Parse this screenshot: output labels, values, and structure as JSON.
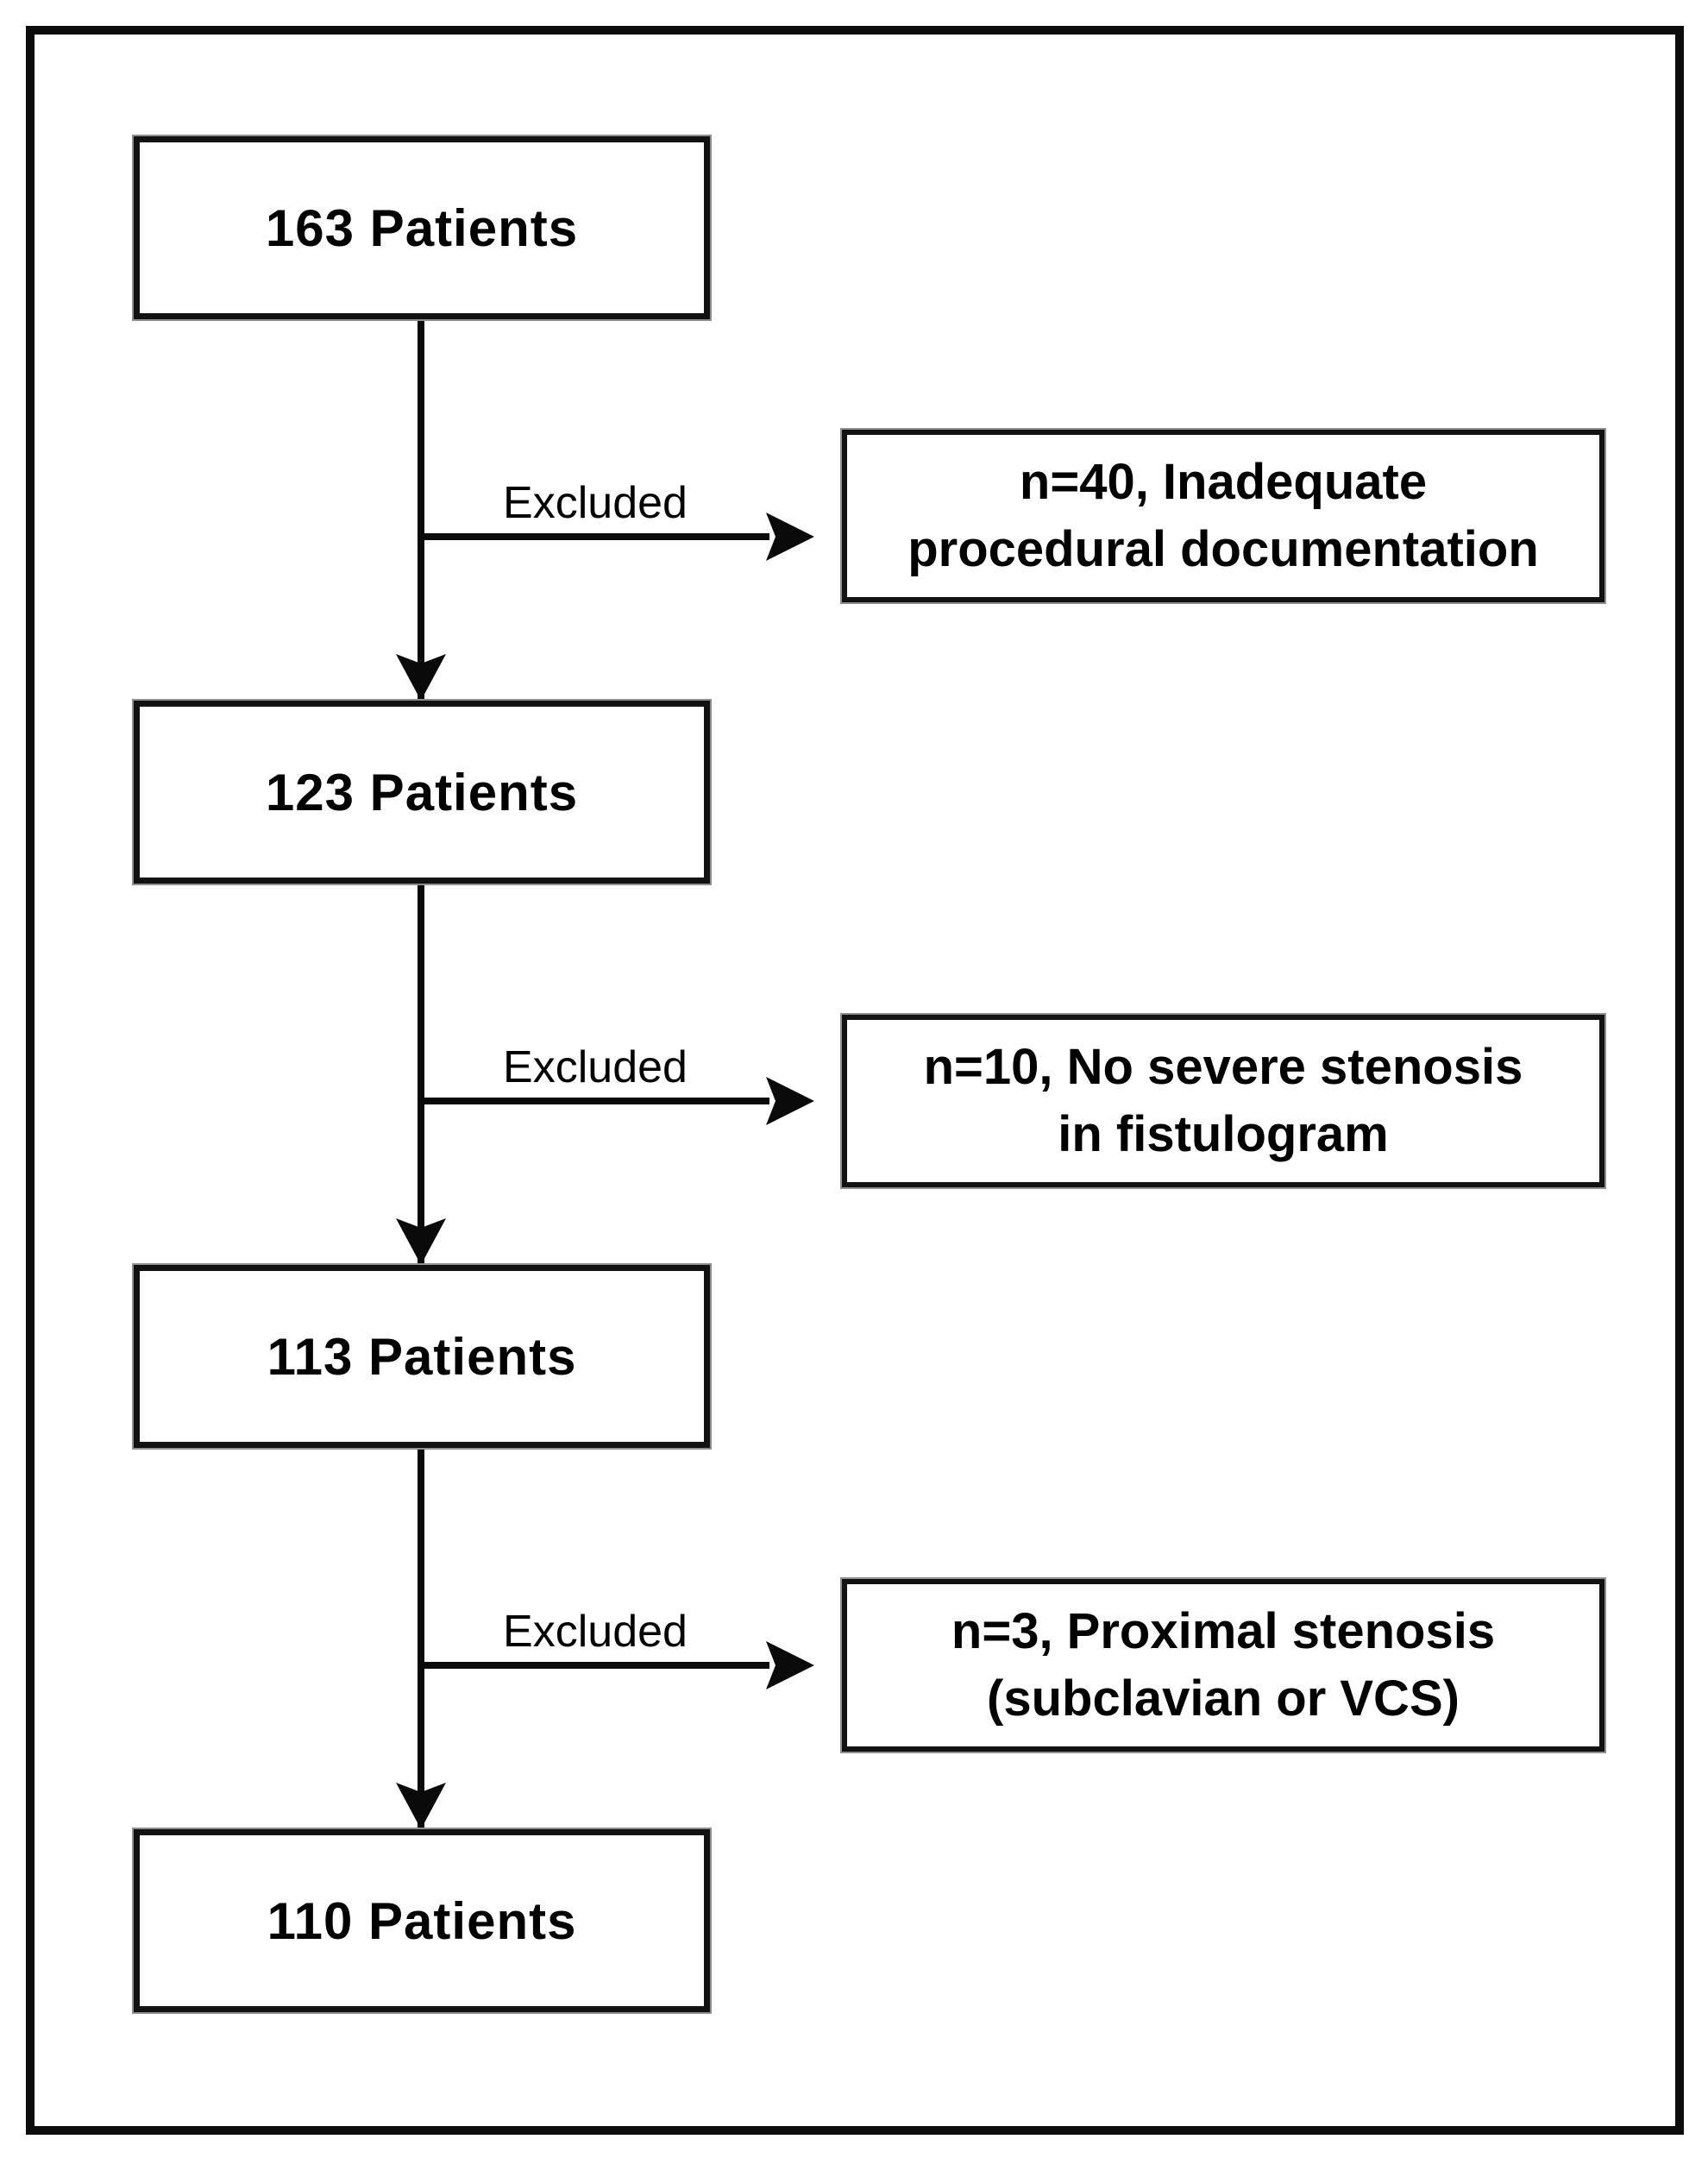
{
  "figure": {
    "type": "flowchart",
    "background_color": "#ffffff",
    "line_color": "#0a0a0a",
    "box_border_color": "#121212",
    "box_outline_color": "#8f8f8f",
    "text_color": "#000000",
    "patient_boxes": [
      {
        "label": "163 Patients"
      },
      {
        "label": "123 Patients"
      },
      {
        "label": "113 Patients"
      },
      {
        "label": "110 Patients"
      }
    ],
    "branches": [
      {
        "edge_label": "Excluded",
        "reason_line1": "n=40, Inadequate",
        "reason_line2": "procedural documentation"
      },
      {
        "edge_label": "Excluded",
        "reason_line1": "n=10, No severe stenosis",
        "reason_line2": "in fistulogram"
      },
      {
        "edge_label": "Excluded",
        "reason_line1": "n=3, Proximal stenosis",
        "reason_line2": "(subclavian or VCS)"
      }
    ]
  }
}
